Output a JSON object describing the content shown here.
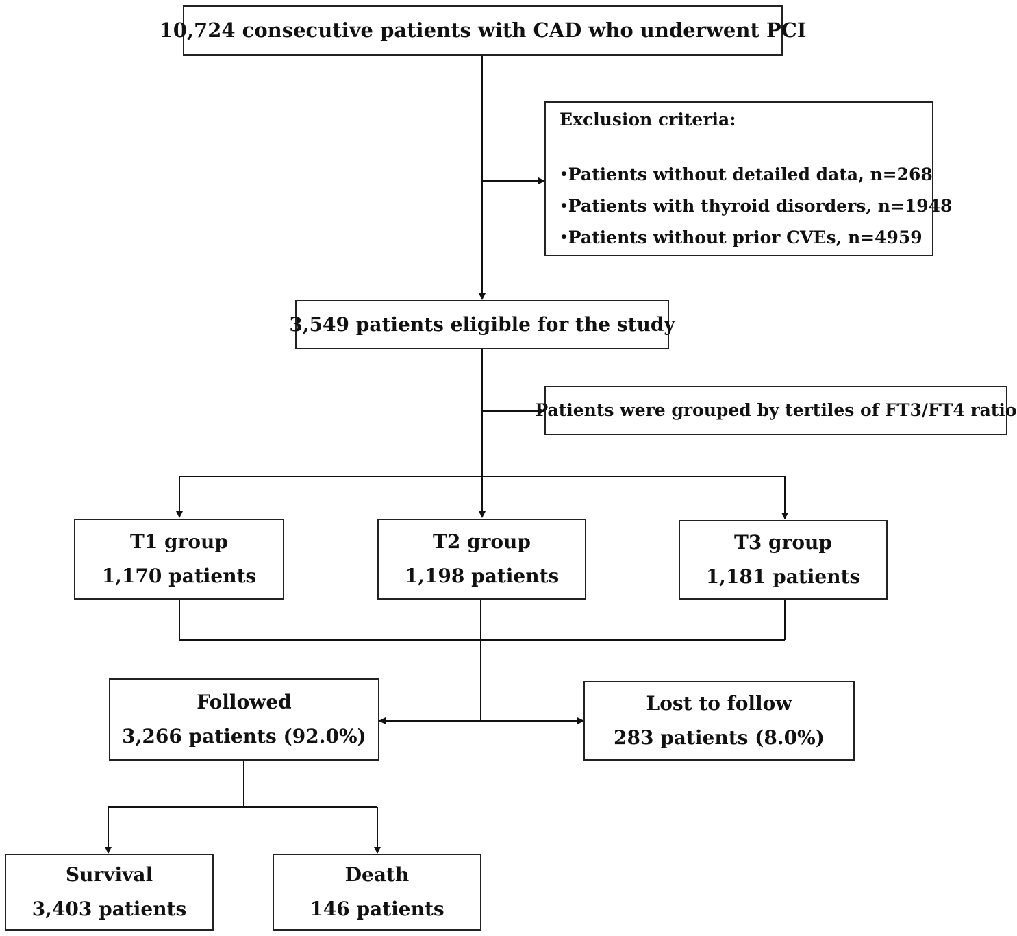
{
  "boxes": {
    "enrolled": "10,724 consecutive patients with CAD who underwent PCI",
    "exclusion": {
      "heading": "Exclusion criteria:",
      "items": [
        "Patients without detailed data,  n=268",
        "Patients with thyroid disorders, n=1948",
        "Patients without prior CVEs,  n=4959"
      ]
    },
    "eligible": "3,549 patients eligible for the study",
    "grouping": "Patients were grouped by  tertiles of FT3/FT4 ratio",
    "t1": {
      "label": "T1  group",
      "count": "1,170 patients"
    },
    "t2": {
      "label": "T2  group",
      "count": "1,198 patients"
    },
    "t3": {
      "label": "T3  group",
      "count": "1,181 patients"
    },
    "followed": {
      "label": "Followed",
      "count": "3,266 patients (92.0%)"
    },
    "lost": {
      "label": "Lost to follow",
      "count": "283 patients (8.0%)"
    },
    "survival": {
      "label": "Survival",
      "count": "3,403 patients"
    },
    "death": {
      "label": "Death",
      "count": "146 patients"
    }
  }
}
